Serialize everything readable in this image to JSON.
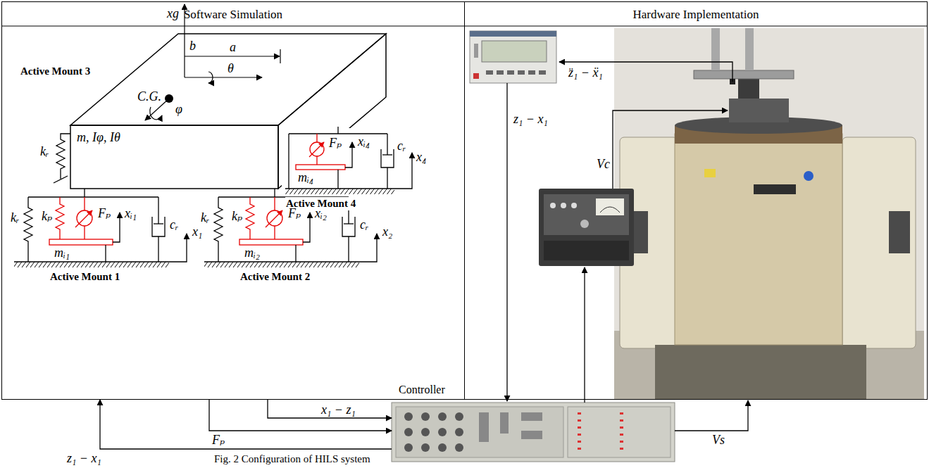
{
  "diagram": {
    "caption": "Fig. 2 Configuration of HILS system",
    "nodes": [
      {
        "text": [
          "Software Simulation"
        ]
      },
      {
        "text": [
          "Hardware Implementation"
        ]
      },
      {
        "text": [
          "Controller"
        ]
      }
    ],
    "edges": [
      {
        "from": 0,
        "to": 2,
        "arrow": "to",
        "label": "Fₚ"
      },
      {
        "from": 0,
        "to": 2,
        "arrow": "to",
        "label": "x₁ − z₁"
      },
      {
        "from": 2,
        "to": 0,
        "arrow": "to",
        "label": "z₁ − x₁"
      }
    ],
    "labels": [
      "Active Mount 3",
      "m, Iφ, Iθ",
      "kᵣ",
      "xg",
      "b",
      "a",
      "θ",
      "C.G.",
      "φ",
      "Fₚ",
      "xᵢ₄",
      "cᵣ",
      "mᵢ₄",
      "x₄",
      "Active Mount 4",
      "kᵣ",
      "kₚ",
      "Fₚ",
      "xᵢ₁",
      "cᵣ",
      "mᵢ₁",
      "x₁",
      "Active Mount 1",
      "kᵣ",
      "kₚ",
      "Fₚ",
      "xᵢ₂",
      "cᵣ",
      "mᵢ₂",
      "x₂",
      "Active Mount 2",
      "z̈₁ − ẍ₁",
      "z₁ − x₁",
      "Vc",
      "Vs"
    ]
  }
}
